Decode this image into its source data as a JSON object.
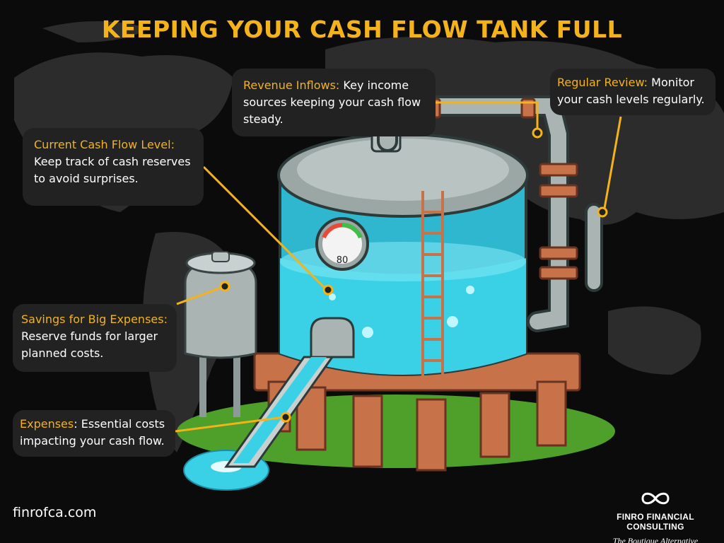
{
  "title": "KEEPING YOUR CASH FLOW TANK FULL",
  "callouts": {
    "revenue": {
      "label": "Revenue Inflows:",
      "text": " Key income sources keeping your cash flow steady."
    },
    "review": {
      "label": "Regular Review:",
      "text": " Monitor your cash levels regularly."
    },
    "current": {
      "label": "Current Cash Flow Level:",
      "text": "Keep track of cash reserves to avoid surprises."
    },
    "savings": {
      "label": "Savings for Big Expenses:",
      "text": "Reserve funds for larger planned costs."
    },
    "expenses": {
      "label": "Expenses",
      "text": ": Essential costs impacting your cash flow."
    }
  },
  "gauge_value": "80",
  "footer": {
    "website": "finrofca.com",
    "brand_name": "FINRO FINANCIAL CONSULTING",
    "tagline": "The Boutique Alternative"
  },
  "colors": {
    "accent": "#f4b21b",
    "background": "#0b0b0b",
    "callout_bg": "#222222",
    "water": "#3ad1e6",
    "copper": "#c8724a"
  }
}
